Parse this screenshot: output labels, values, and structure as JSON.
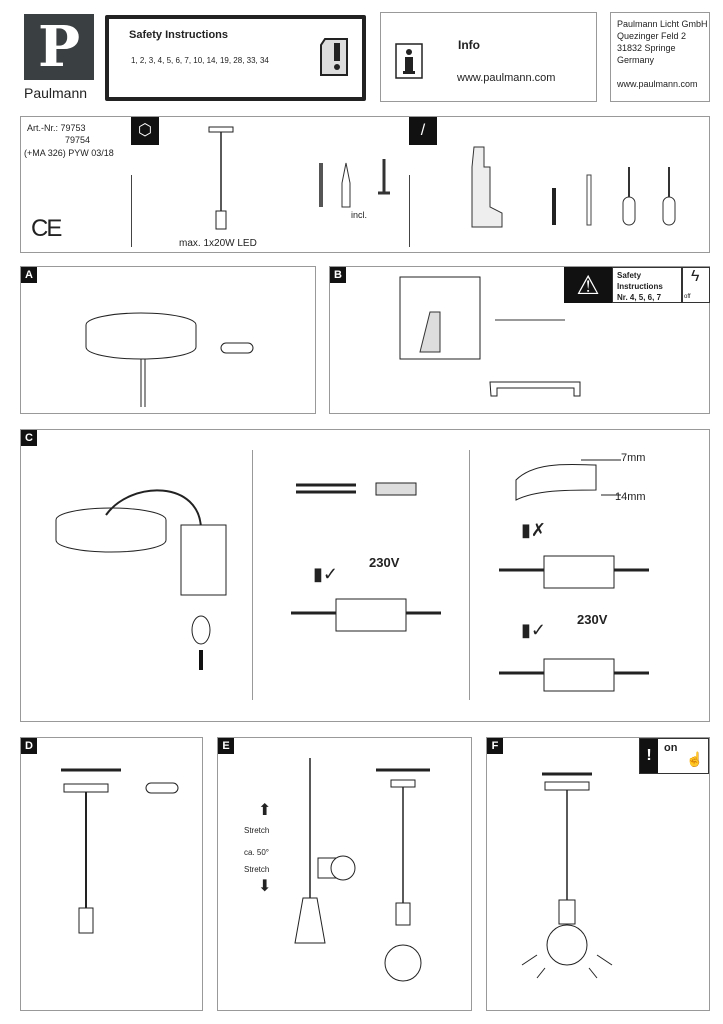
{
  "header": {
    "logo_letter": "P",
    "brand": "Paulmann",
    "safety": {
      "title": "Safety Instructions",
      "numbers": "1, 2, 3, 4, 5, 6, 7, 10, 14, 19, 28, 33, 34"
    },
    "info": {
      "title": "Info",
      "url": "www.paulmann.com"
    },
    "address": {
      "lines": [
        "Paulmann Licht GmbH",
        "Quezinger Feld 2",
        "31832 Springe",
        "Germany"
      ],
      "url": "www.paulmann.com"
    }
  },
  "product": {
    "art_label": "Art.-Nr.: 79753",
    "art_second": "79754",
    "art_extra": "(+MA 326) PYW 03/18",
    "ce": "CE",
    "max": "max. 1x20W LED",
    "incl": "incl."
  },
  "steps": {
    "A": "A",
    "B": "B",
    "C": "C",
    "D": "D",
    "E": "E",
    "F": "F"
  },
  "step_b": {
    "safety_title": "Safety Instructions",
    "safety_nr": "Nr. 4, 5, 6, 7",
    "off": "off"
  },
  "step_c": {
    "strip1": "7mm",
    "strip2": "14mm",
    "voltage1": "230V",
    "voltage2": "230V"
  },
  "step_e": {
    "stretch1": "Stretch",
    "temp": "ca. 50°",
    "stretch2": "Stretch"
  },
  "step_f": {
    "on": "on"
  }
}
